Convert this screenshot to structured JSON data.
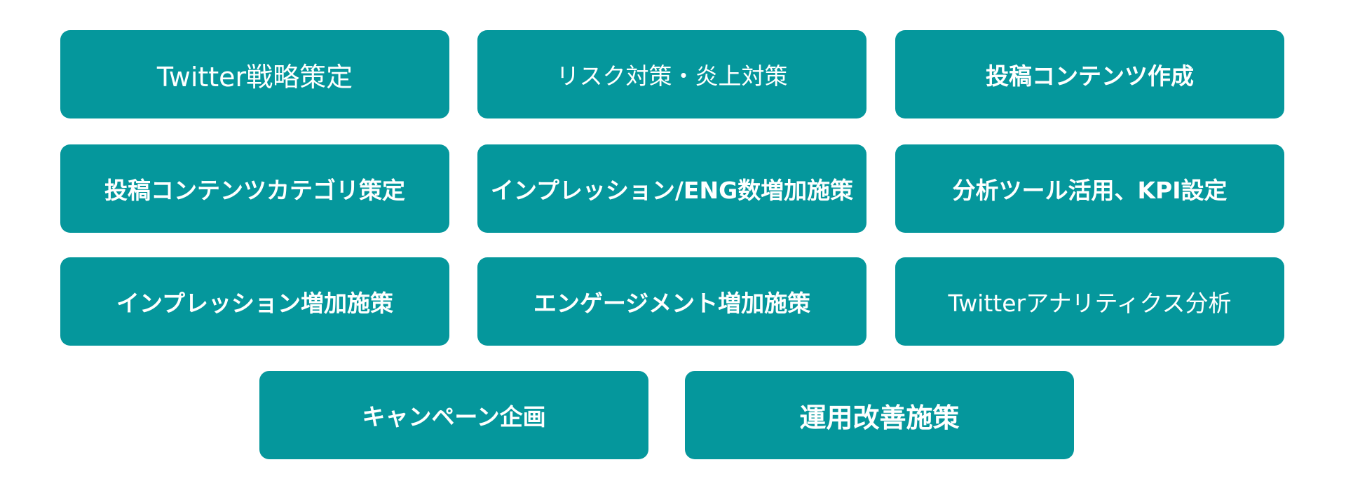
{
  "tiles": [
    {
      "label": "Twitter戦略策定"
    },
    {
      "label": "リスク対策・炎上対策"
    },
    {
      "label": "投稿コンテンツ作成"
    },
    {
      "label": "投稿コンテンツカテゴリ策定"
    },
    {
      "label": "インプレッション/ENG数増加施策"
    },
    {
      "label": "分析ツール活用、KPI設定"
    },
    {
      "label": "インプレッション増加施策"
    },
    {
      "label": "エンゲージメント増加施策"
    },
    {
      "label": "Twitterアナリティクス分析"
    },
    {
      "label": "キャンペーン企画"
    },
    {
      "label": "運用改善施策"
    }
  ],
  "colors": {
    "tile": "#05979c",
    "text": "#ffffff"
  }
}
